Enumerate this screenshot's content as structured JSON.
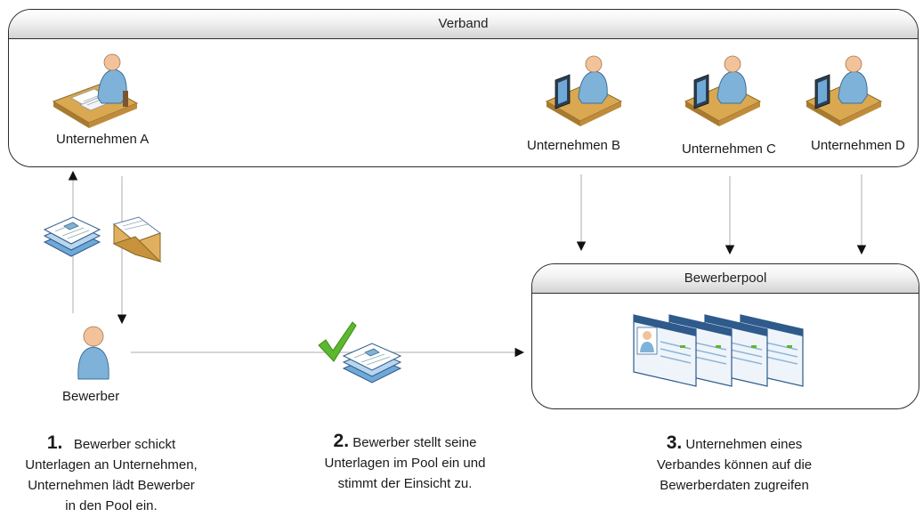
{
  "verband": {
    "title": "Verband",
    "companies": [
      {
        "name": "Unternehmen A",
        "icon": "person-at-desk-paperwork-icon"
      },
      {
        "name": "Unternehmen B",
        "icon": "person-at-computer-icon"
      },
      {
        "name": "Unternehmen C",
        "icon": "person-at-computer-icon"
      },
      {
        "name": "Unternehmen D",
        "icon": "person-at-computer-icon"
      }
    ]
  },
  "pool": {
    "title": "Bewerberpool",
    "icon": "applicant-profile-cards-icon"
  },
  "applicant": {
    "label": "Bewerber",
    "icon": "person-icon"
  },
  "flow_icons": [
    "documents-stack-icon",
    "envelope-icon",
    "green-checkmark-icon",
    "documents-stack-icon"
  ],
  "steps": [
    {
      "number": "1.",
      "text_first": "Bewerber schickt",
      "text_rest": [
        "Unterlagen an Unternehmen,",
        "Unternehmen lädt Bewerber",
        "in den Pool ein."
      ]
    },
    {
      "number": "2.",
      "text_first": "Bewerber stellt seine",
      "text_rest": [
        "Unterlagen im Pool ein und",
        "stimmt der Einsicht zu."
      ]
    },
    {
      "number": "3.",
      "text_first": "Unternehmen eines",
      "text_rest": [
        "Verbandes können auf die",
        "Bewerberdaten zugreifen"
      ]
    }
  ],
  "colors": {
    "box_border": "#2b2b2b",
    "header_gradient_bottom": "#d3d3d3",
    "check_green": "#5cb82e",
    "screen_blue": "#2f5a8c",
    "person_blue": "#7fb2d9"
  }
}
